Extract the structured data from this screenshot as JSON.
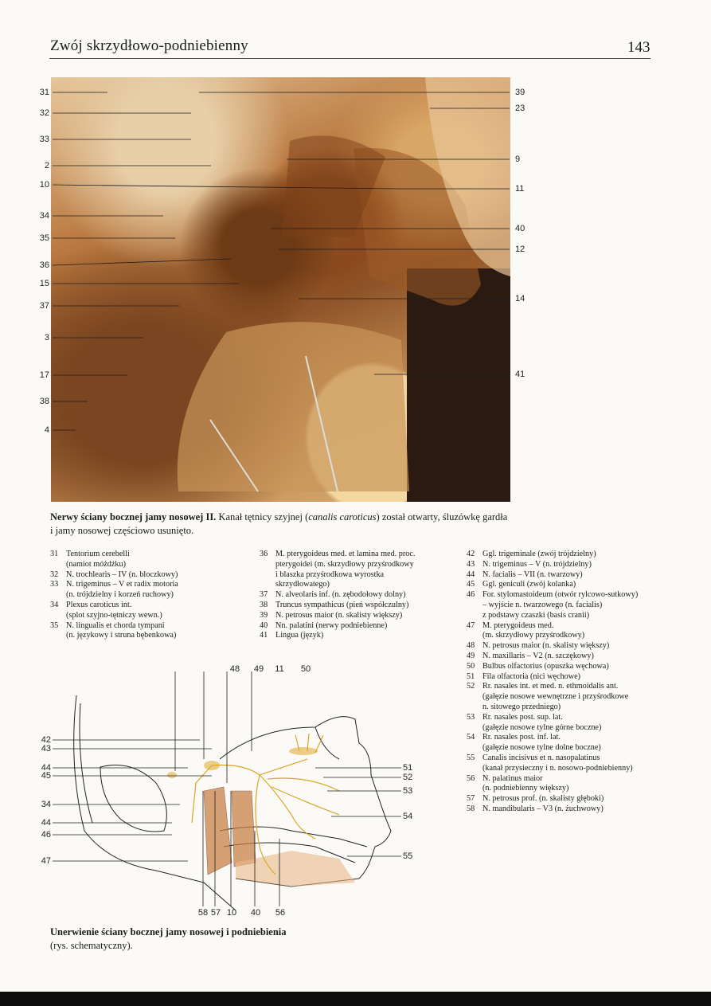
{
  "header": {
    "title": "Zwój skrzydłowo-podniebienny",
    "page_number": "143"
  },
  "photo": {
    "left_labels": [
      "31",
      "32",
      "33",
      "2",
      "10",
      "34",
      "35",
      "36",
      "15",
      "37",
      "3",
      "17",
      "38",
      "4"
    ],
    "right_labels": [
      "39",
      "23",
      "9",
      "11",
      "40",
      "12",
      "14",
      "41"
    ]
  },
  "caption1": {
    "bold": "Nerwy ściany bocznej jamy nosowej II.",
    "line1": " Kanał tętnicy szyjnej (",
    "italic": "canalis caroticus",
    "line1b": ") został otwarty, śluzówkę gardła",
    "line2": "i jamy nosowej częściowo usunięto."
  },
  "legend_left": [
    {
      "n": "31",
      "t": "Tentorium cerebelli"
    },
    {
      "n": "",
      "t": "(namiot móżdżku)"
    },
    {
      "n": "32",
      "t": "N. trochlearis – IV (n. bloczkowy)"
    },
    {
      "n": "33",
      "t": "N. trigeminus – V et radix motoria"
    },
    {
      "n": "",
      "t": "(n. trójdzielny i korzeń ruchowy)"
    },
    {
      "n": "34",
      "t": "Plexus caroticus int."
    },
    {
      "n": "",
      "t": "(splot szyjno-tętniczy wewn.)"
    },
    {
      "n": "35",
      "t": "N. lingualis et chorda tympani"
    },
    {
      "n": "",
      "t": "(n. językowy i struna bębenkowa)"
    }
  ],
  "legend_mid": [
    {
      "n": "36",
      "t": "M. pterygoideus med. et lamina med. proc."
    },
    {
      "n": "",
      "t": "pterygoidei (m. skrzydłowy przyśrodkowy"
    },
    {
      "n": "",
      "t": "i blaszka przyśrodkowa wyrostka"
    },
    {
      "n": "",
      "t": "skrzydłowatego)"
    },
    {
      "n": "37",
      "t": "N. alveolaris inf. (n. zębodołowy dolny)"
    },
    {
      "n": "38",
      "t": "Truncus sympathicus (pień współczulny)"
    },
    {
      "n": "39",
      "t": "N. petrosus maior (n. skalisty większy)"
    },
    {
      "n": "40",
      "t": "Nn. palatini (nerwy podniebienne)"
    },
    {
      "n": "41",
      "t": "Lingua (język)"
    }
  ],
  "legend_right": [
    {
      "n": "42",
      "t": "Ggl. trigeminale (zwój trójdzielny)"
    },
    {
      "n": "43",
      "t": "N. trigeminus – V (n. trójdzielny)"
    },
    {
      "n": "44",
      "t": "N. facialis – VII (n. twarzowy)"
    },
    {
      "n": "45",
      "t": "Ggl. geniculi (zwój kolanka)"
    },
    {
      "n": "46",
      "t": "For. stylomastoideum (otwór rylcowo-sutkowy)"
    },
    {
      "n": "",
      "t": "– wyjście n. twarzowego (n. facialis)"
    },
    {
      "n": "",
      "t": "z podstawy czaszki (basis cranii)"
    },
    {
      "n": "47",
      "t": "M. pterygoideus med."
    },
    {
      "n": "",
      "t": "(m. skrzydłowy przyśrodkowy)"
    },
    {
      "n": "48",
      "t": "N. petrosus maior (n. skalisty większy)"
    },
    {
      "n": "49",
      "t": "N. maxillaris – V2 (n. szczękowy)"
    },
    {
      "n": "50",
      "t": "Bulbus olfactorius (opuszka węchowa)"
    },
    {
      "n": "51",
      "t": "Fila olfactoria (nici węchowe)"
    },
    {
      "n": "52",
      "t": "Rr. nasales int. et med. n. ethmoidalis ant."
    },
    {
      "n": "",
      "t": "(gałęzie nosowe wewnętrzne i przyśrodkowe"
    },
    {
      "n": "",
      "t": "n. sitowego przedniego)"
    },
    {
      "n": "53",
      "t": "Rr. nasales post. sup. lat."
    },
    {
      "n": "",
      "t": "(gałęzie nosowe tylne górne boczne)"
    },
    {
      "n": "54",
      "t": "Rr. nasales post. inf. lat."
    },
    {
      "n": "",
      "t": "(gałęzie nosowe tylne dolne boczne)"
    },
    {
      "n": "55",
      "t": "Canalis incisivus et n. nasopalatinus"
    },
    {
      "n": "",
      "t": "(kanał przysieczny i n. nosowo-podniebienny)"
    },
    {
      "n": "56",
      "t": "N. palatinus maior"
    },
    {
      "n": "",
      "t": "(n. podniebienny większy)"
    },
    {
      "n": "57",
      "t": "N. petrosus prof. (n. skalisty głęboki)"
    },
    {
      "n": "58",
      "t": "N. mandibularis – V3 (n. żuchwowy)"
    }
  ],
  "schema": {
    "top_labels": [
      "48",
      "49",
      "11",
      "50"
    ],
    "left_labels": [
      "42",
      "43",
      "44",
      "45",
      "34",
      "44",
      "46",
      "47"
    ],
    "right_labels": [
      "51",
      "52",
      "53",
      "54",
      "55"
    ],
    "bottom_labels": [
      "58",
      "57",
      "10",
      "40",
      "56"
    ]
  },
  "caption2": {
    "bold": "Unerwienie ściany bocznej jamy nosowej i podniebienia",
    "line2": "(rys. schematyczny)."
  }
}
